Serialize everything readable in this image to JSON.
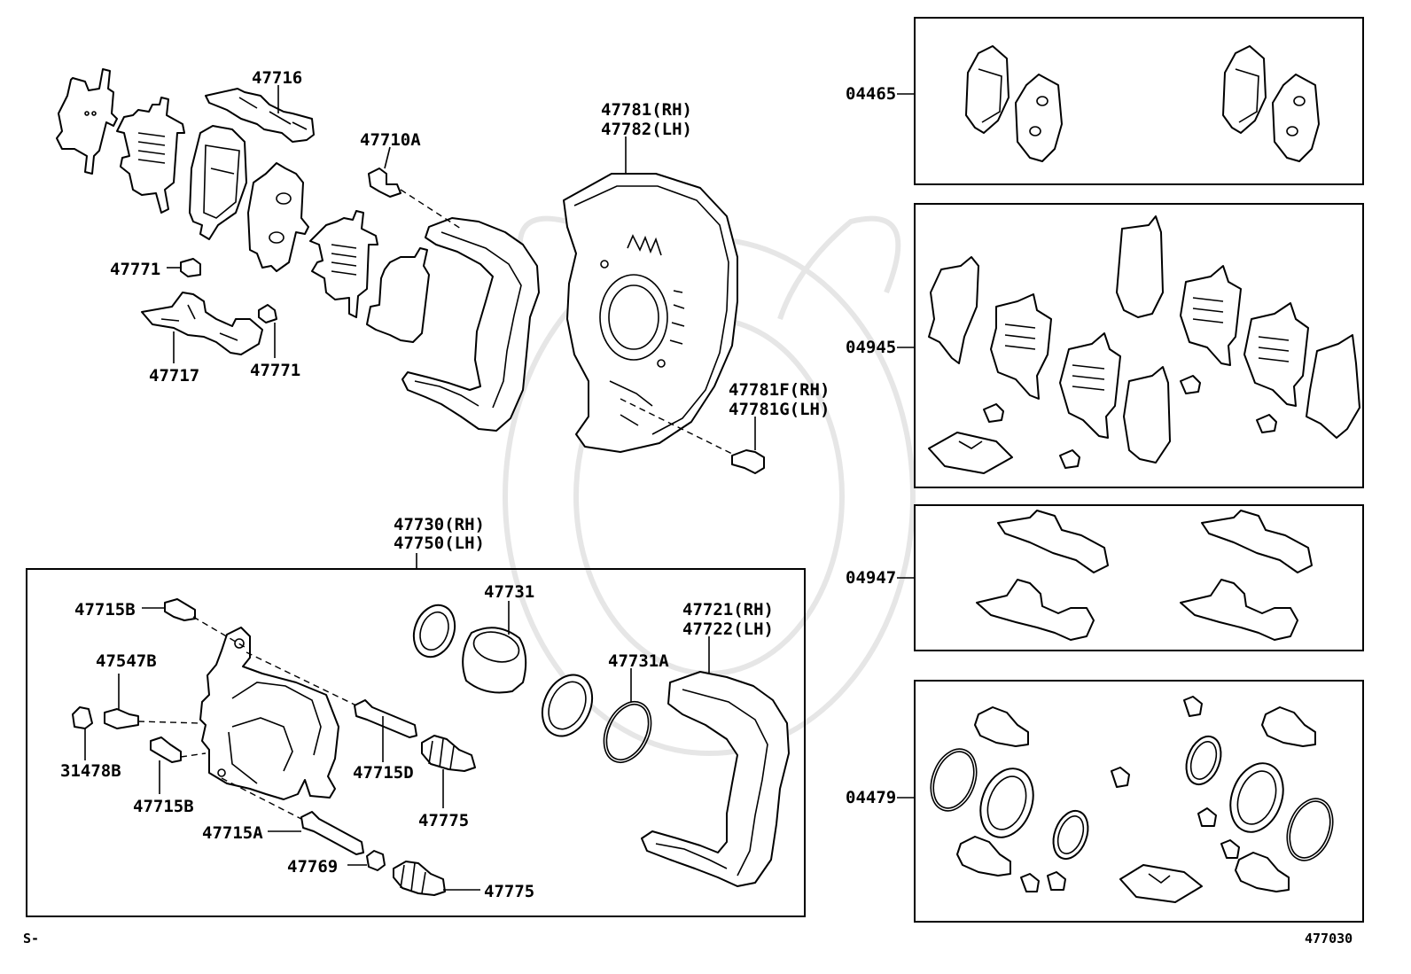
{
  "labels": {
    "p47716": "47716",
    "p47710A": "47710A",
    "p47771_top": "47771",
    "p47771_mid": "47771",
    "p47717": "47717",
    "p47781_rh": "47781(RH)",
    "p47782_lh": "47782(LH)",
    "p47781F_rh": "47781F(RH)",
    "p47781G_lh": "47781G(LH)",
    "p47730_rh": "47730(RH)",
    "p47750_lh": "47750(LH)",
    "p47715B_top": "47715B",
    "p47547B": "47547B",
    "p31478B": "31478B",
    "p47715B_bot": "47715B",
    "p47715A": "47715A",
    "p47769": "47769",
    "p47775_mid": "47775",
    "p47775_bot": "47775",
    "p47715D": "47715D",
    "p47731": "47731",
    "p47731A": "47731A",
    "p47721_rh": "47721(RH)",
    "p47722_lh": "47722(LH)",
    "kit_04465": "04465",
    "kit_04945": "04945",
    "kit_04947": "04947",
    "kit_04479": "04479"
  },
  "footer": {
    "left_mark": "S-",
    "diagram_no": "477030"
  }
}
